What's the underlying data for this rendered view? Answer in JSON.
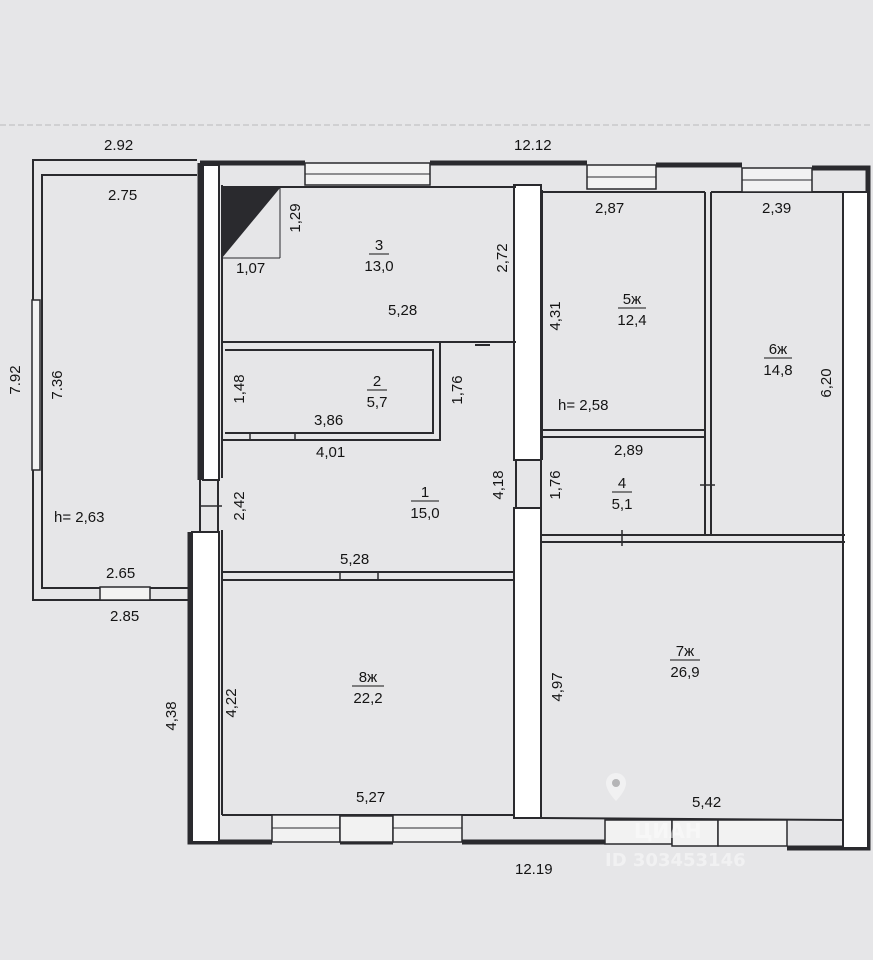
{
  "dims": {
    "top_left_width": "2.92",
    "top_total": "12.12",
    "veranda_inner_top": "2.75",
    "veranda_height": "7.92",
    "veranda_inner_height": "7.36",
    "veranda_ceiling": "h= 2,63",
    "veranda_inner_bottom": "2.65",
    "veranda_outer_bottom": "2.85",
    "corner_depth": "1,29",
    "corner_width": "1,07",
    "room3_height": "2,72",
    "room3_width": "5,28",
    "room2_height_left": "1,48",
    "room2_height_right": "1,76",
    "room2_width": "3,86",
    "hall_top_width": "4,01",
    "hall_door": "2,42",
    "hall_height": "4,18",
    "hall_bottom_width": "5,28",
    "room8_height": "4,22",
    "room8_width": "5,27",
    "wall_left_lower": "4,38",
    "bottom_total": "12.19",
    "room5_width": "2,87",
    "room5_height": "4,31",
    "room5_ceiling": "h= 2,58",
    "room6_width": "2,39",
    "room6_height": "6,20",
    "room4_width": "2,89",
    "room4_height": "1,76",
    "room7_height": "4,97",
    "room7_width": "5,42"
  },
  "rooms": {
    "r1": {
      "num": "1",
      "area": "15,0"
    },
    "r2": {
      "num": "2",
      "area": "5,7"
    },
    "r3": {
      "num": "3",
      "area": "13,0"
    },
    "r4": {
      "num": "4",
      "area": "5,1"
    },
    "r5": {
      "num": "5ж",
      "area": "12,4"
    },
    "r6": {
      "num": "6ж",
      "area": "14,8"
    },
    "r7": {
      "num": "7ж",
      "area": "26,9"
    },
    "r8": {
      "num": "8ж",
      "area": "22,2"
    }
  },
  "watermark": {
    "brand": "ЦИАН",
    "id": "ID 303453146"
  },
  "colors": {
    "background": "#e6e6e8",
    "wall": "#2a2a2e",
    "text": "#141414"
  },
  "icons": {
    "location_pin": "pin-icon"
  }
}
